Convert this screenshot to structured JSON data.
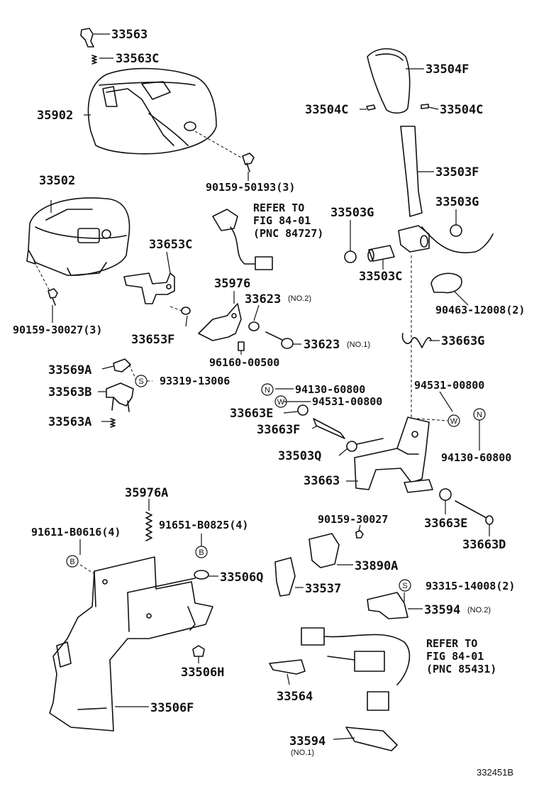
{
  "labels": {
    "p33563": "33563",
    "p33563c": "33563C",
    "p35902": "35902",
    "p90159_50193": "90159-50193(3)",
    "p33502": "33502",
    "p90159_30027_3": "90159-30027(3)",
    "p33653c": "33653C",
    "p33653f": "33653F",
    "p35976": "35976",
    "p33623_no2": "33623",
    "p33623_no1": "33623",
    "p96160": "96160-00500",
    "p33569a": "33569A",
    "p93319": "93319-13006",
    "p33563b": "33563B",
    "p33563a": "33563A",
    "p33504f": "33504F",
    "p33504c_l": "33504C",
    "p33504c_r": "33504C",
    "p33503f": "33503F",
    "p33503g_l": "33503G",
    "p33503g_r": "33503G",
    "p33503c": "33503C",
    "p90463": "90463-12008(2)",
    "p33663g": "33663G",
    "p94130_l": "94130-60800",
    "p94531_l": "94531-00800",
    "p94531_r": "94531-00800",
    "p94130_r": "94130-60800",
    "p33663e_l": "33663E",
    "p33663f": "33663F",
    "p33503q": "33503Q",
    "p33663": "33663",
    "p33663e_r": "33663E",
    "p33663d": "33663D",
    "p35976a": "35976A",
    "p91611": "91611-B0616(4)",
    "p91651": "91651-B0825(4)",
    "p33506q": "33506Q",
    "p33537": "33537",
    "p33506h": "33506H",
    "p33506f": "33506F",
    "p90159_30027": "90159-30027",
    "p33890a": "33890A",
    "p93315": "93315-14008(2)",
    "p33594_no2": "33594",
    "p33564": "33564",
    "p33594_no1": "33594",
    "diagram_id": "332451B"
  },
  "sublabels": {
    "no2_a": "(NO.2)",
    "no1_a": "(NO.1)",
    "no2_b": "(NO.2)",
    "no1_b": "(NO.1)"
  },
  "references": {
    "ref1_l1": "REFER TO",
    "ref1_l2": "FIG 84-01",
    "ref1_l3": "(PNC 84727)",
    "ref2_l1": "REFER TO",
    "ref2_l2": "FIG 84-01",
    "ref2_l3": "(PNC 85431)"
  },
  "symbols": {
    "S": "S",
    "N": "N",
    "W": "W",
    "B": "B"
  }
}
